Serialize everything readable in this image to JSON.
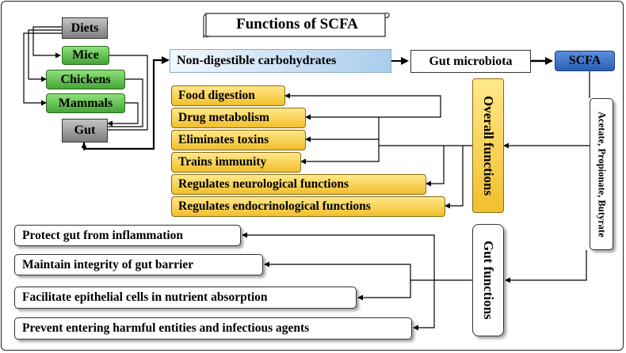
{
  "title": "Functions of SCFA",
  "sources": {
    "diets": "Diets",
    "mice": "Mice",
    "chickens": "Chickens",
    "mammals": "Mammals",
    "gut": "Gut"
  },
  "pathway": {
    "carbohydrates": "Non-digestible carbohydrates",
    "microbiota": "Gut microbiota",
    "scfa": "SCFA",
    "types": "Acetate, Propionate, Butyrate"
  },
  "overall": {
    "heading": "Overall functions",
    "items": [
      "Food digestion",
      "Drug metabolism",
      "Eliminates toxins",
      "Trains immunity",
      "Regulates neurological functions",
      "Regulates endocrinological functions"
    ]
  },
  "gut": {
    "heading": "Gut functions",
    "items": [
      "Protect gut from inflammation",
      "Maintain integrity of gut barrier",
      "Facilitate epithelial cells in nutrient absorption",
      "Prevent entering harmful entities and infectious agents"
    ]
  },
  "colors": {
    "gray": "#8c8c8c",
    "green": "#5cbc48",
    "yellow": "#f5c842",
    "light_blue": "#a9cdec",
    "dark_blue": "#3a6fc8",
    "line": "#000000"
  }
}
